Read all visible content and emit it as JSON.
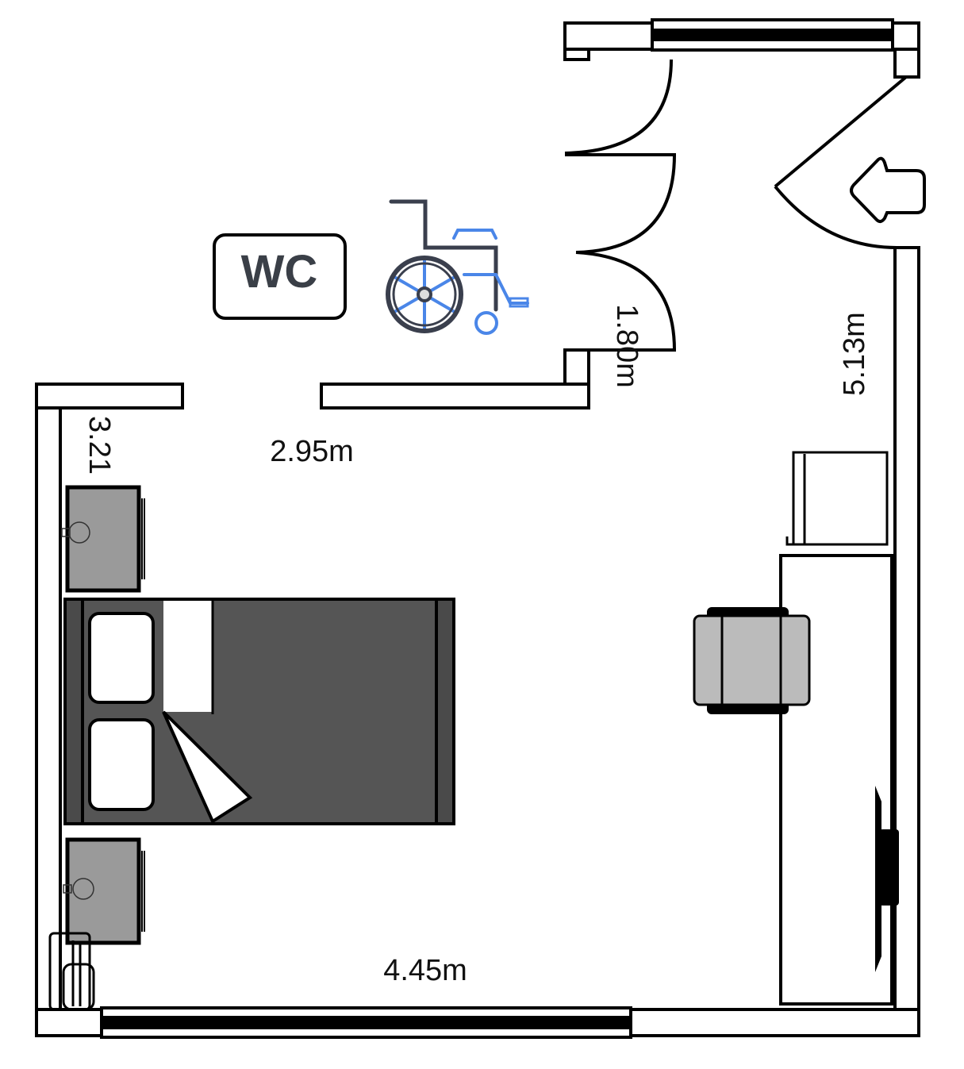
{
  "plan": {
    "wc_sign": "WC",
    "dimensions": {
      "wc_door_width": "1.80m",
      "right_wall": "5.13m",
      "left_wall": "3.21",
      "top_inner_wall": "2.95m",
      "bottom_wall": "4.45m"
    },
    "icons": [
      "wheelchair-icon",
      "bed",
      "nightstand-lamp",
      "armchair",
      "desk",
      "tv",
      "radiator",
      "toilet"
    ],
    "colors": {
      "wheelchair_frame": "#3a3f4d",
      "wheelchair_accent": "#4a86e8",
      "bed": "#555555",
      "nightstand": "#9a9a9a",
      "chair": "#bbbbbb"
    }
  }
}
